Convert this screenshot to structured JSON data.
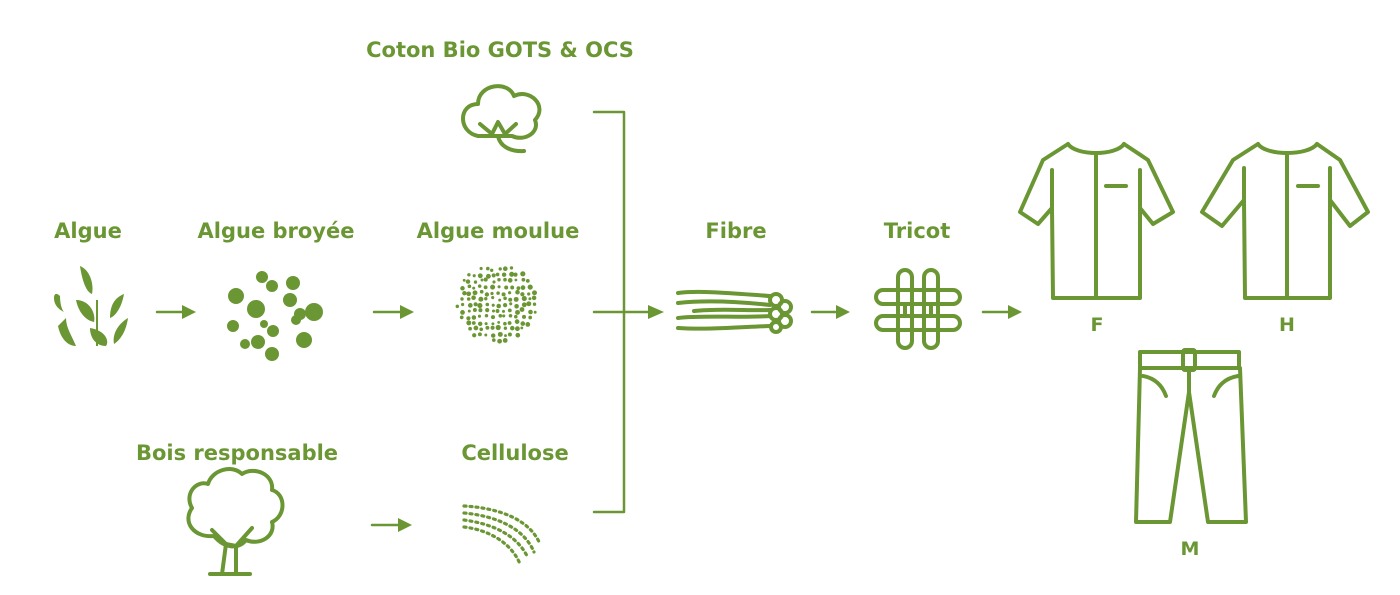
{
  "labels": {
    "coton": "Coton Bio GOTS & OCS",
    "algue": "Algue",
    "algue_broyee": "Algue broyée",
    "algue_moulue": "Algue moulue",
    "fibre": "Fibre",
    "tricot": "Tricot",
    "bois": "Bois responsable",
    "cellulose": "Cellulose",
    "shirt_f": "F",
    "shirt_h": "H",
    "pants_m": "M"
  },
  "colors": {
    "accent": "#6b9634"
  },
  "icons": [
    "cotton-icon",
    "seaweed-icon",
    "crushed-seaweed-icon",
    "ground-seaweed-icon",
    "fiber-icon",
    "knit-icon",
    "tree-icon",
    "cellulose-icon",
    "tunic-icon",
    "pants-icon",
    "arrow-icon"
  ]
}
